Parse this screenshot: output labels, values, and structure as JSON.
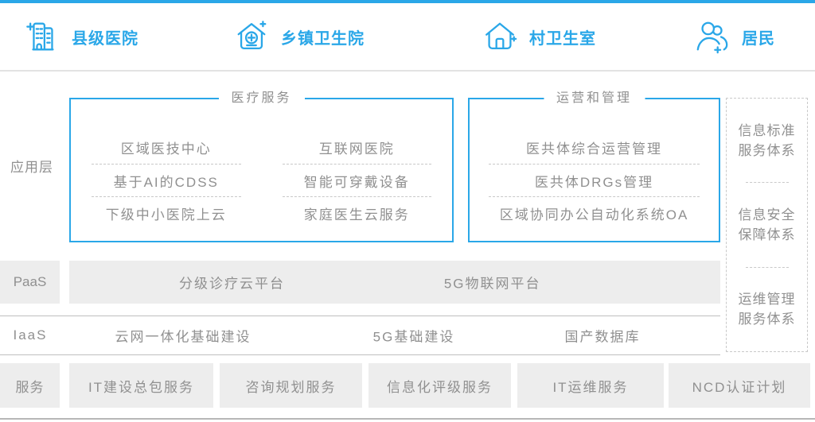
{
  "colors": {
    "accent_blue": "#2aa7e8",
    "gray_text": "#909090",
    "panel_fill": "#ededed"
  },
  "header": {
    "entities": [
      {
        "label": "县级医院",
        "icon": "county-hospital-icon"
      },
      {
        "label": "乡镇卫生院",
        "icon": "township-health-center-icon"
      },
      {
        "label": "村卫生室",
        "icon": "village-clinic-icon"
      },
      {
        "label": "居民",
        "icon": "residents-icon"
      }
    ]
  },
  "layers": {
    "application": {
      "label": "应用层",
      "medical_services": {
        "title": "医疗服务",
        "col1": [
          "区域医技中心",
          "基于AI的CDSS",
          "下级中小医院上云"
        ],
        "col2": [
          "互联网医院",
          "智能可穿戴设备",
          "家庭医生云服务"
        ]
      },
      "operations": {
        "title": "运营和管理",
        "items": [
          "医共体综合运营管理",
          "医共体DRGs管理",
          "区域协同办公自动化系统OA"
        ]
      }
    },
    "paas": {
      "label": "PaaS",
      "platforms": [
        "分级诊疗云平台",
        "5G物联网平台"
      ]
    },
    "iaas": {
      "label": "IaaS",
      "items": [
        "云网一体化基础建设",
        "5G基础建设",
        "国产数据库"
      ]
    },
    "services": {
      "label": "服务",
      "items": [
        "IT建设总包服务",
        "咨询规划服务",
        "信息化评级服务",
        "IT运维服务",
        "NCD认证计划"
      ]
    }
  },
  "sidebar": {
    "systems": [
      "信息标准服务体系",
      "信息安全保障体系",
      "运维管理服务体系"
    ]
  }
}
